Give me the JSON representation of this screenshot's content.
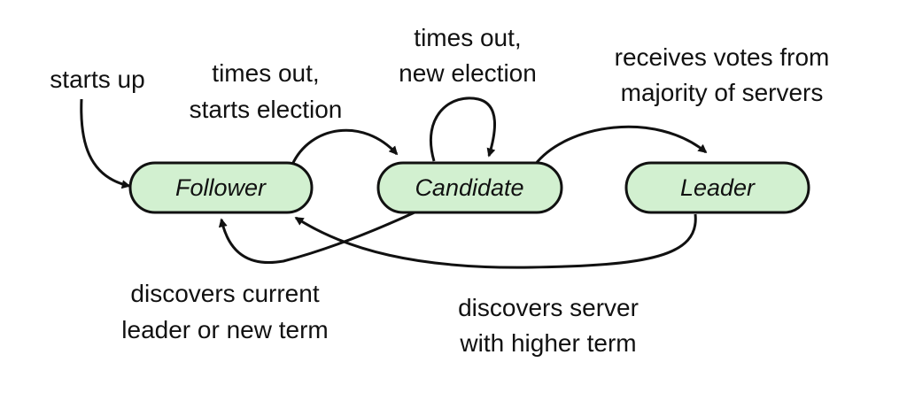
{
  "states": {
    "follower": "Follower",
    "candidate": "Candidate",
    "leader": "Leader"
  },
  "transitions": {
    "starts_up": [
      "starts up"
    ],
    "times_out_starts_election": [
      "times out,",
      "starts election"
    ],
    "times_out_new_election": [
      "times out,",
      "new election"
    ],
    "receives_votes": [
      "receives votes from",
      "majority of servers"
    ],
    "discovers_current_leader": [
      "discovers current",
      "leader or new term"
    ],
    "discovers_higher_term": [
      "discovers server",
      "with higher term"
    ]
  },
  "colors": {
    "node_fill": "#d2f0d0",
    "stroke": "#111111"
  }
}
